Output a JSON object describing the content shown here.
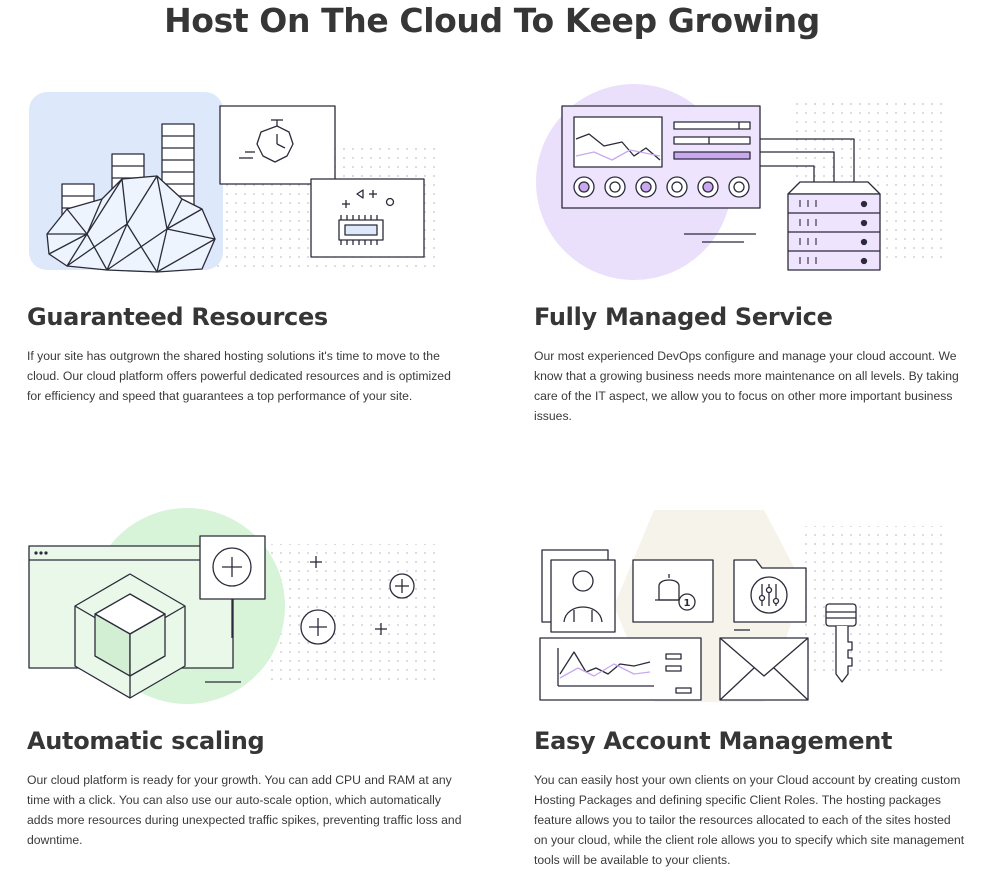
{
  "page": {
    "title": "Host On The Cloud To Keep Growing"
  },
  "features": [
    {
      "title": "Guaranteed Resources",
      "text": "If your site has outgrown the shared hosting solutions it's time to move to the cloud. Our cloud platform offers powerful dedicated resources and is optimized for efficiency and speed that guarantees a top performance of your site.",
      "illustration": "cloud-resources-illustration",
      "accent": "#dde9fb"
    },
    {
      "title": "Fully Managed Service",
      "text": "Our most experienced DevOps configure and manage your cloud account. We know that a growing business needs more maintenance on all levels. By taking care of the IT aspect, we allow you to focus on other more important business issues.",
      "illustration": "managed-server-illustration",
      "accent": "#ebe0fb"
    },
    {
      "title": "Automatic scaling",
      "text": "Our cloud platform is ready for your growth. You can add CPU and RAM at any time with a click. You can also use our auto-scale option, which automatically adds more resources during unexpected traffic spikes, preventing traffic loss and downtime.",
      "illustration": "scaling-cube-illustration",
      "accent": "#d7f3d8"
    },
    {
      "title": "Easy Account Management",
      "text": "You can easily host your own clients on your Cloud account by creating custom Hosting Packages and defining specific Client Roles. The hosting packages feature allows you to tailor the resources allocated to each of the sites hosted on your cloud, while the client role allows you to specify which site management tools will be available to your clients.",
      "illustration": "account-management-illustration",
      "accent": "#f6f3ea"
    }
  ],
  "illustration_badges": {
    "notification_count": "1"
  },
  "colors": {
    "heading": "#363636",
    "body_text": "#3a3a3a",
    "line": "#2b2b3a",
    "blue_accent": "#dde9fb",
    "purple_accent": "#ebe0fb",
    "purple_fill": "#efe4fd",
    "purple_bar": "#c9a8f0",
    "green_accent": "#d7f3d8",
    "green_fill": "#eaf8ea",
    "beige_accent": "#f6f3ea"
  }
}
